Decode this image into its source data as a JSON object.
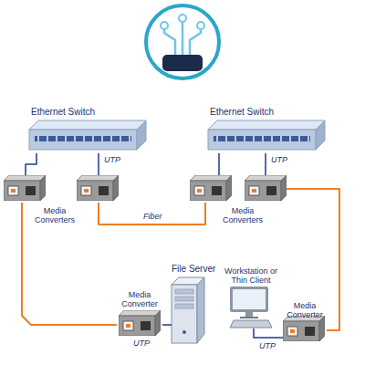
{
  "diagram": {
    "nodes": [
      {
        "text": [
          "Ethernet Switch"
        ]
      },
      {
        "text": [
          "Ethernet Switch"
        ]
      },
      {
        "text": [
          "Media Converters"
        ]
      },
      {
        "text": [
          "Media Converters"
        ]
      },
      {
        "text": [
          "Media Converter"
        ]
      },
      {
        "text": [
          "File Server"
        ]
      },
      {
        "text": [
          "Workstation or Thin Client"
        ]
      },
      {
        "text": [
          "Media Converter"
        ]
      }
    ],
    "edges": [
      {
        "from": 0,
        "to": 2,
        "label": "UTP",
        "arrow": "none"
      },
      {
        "from": 2,
        "to": 3,
        "label": "Fiber",
        "arrow": "none"
      },
      {
        "from": 2,
        "to": 4,
        "arrow": "none"
      },
      {
        "from": 1,
        "to": 3,
        "label": "UTP",
        "arrow": "none"
      },
      {
        "from": 3,
        "to": 7,
        "arrow": "none"
      },
      {
        "from": 4,
        "to": 5,
        "label": "UTP",
        "arrow": "none"
      },
      {
        "from": 7,
        "to": 6,
        "label": "UTP",
        "arrow": "none"
      }
    ]
  }
}
